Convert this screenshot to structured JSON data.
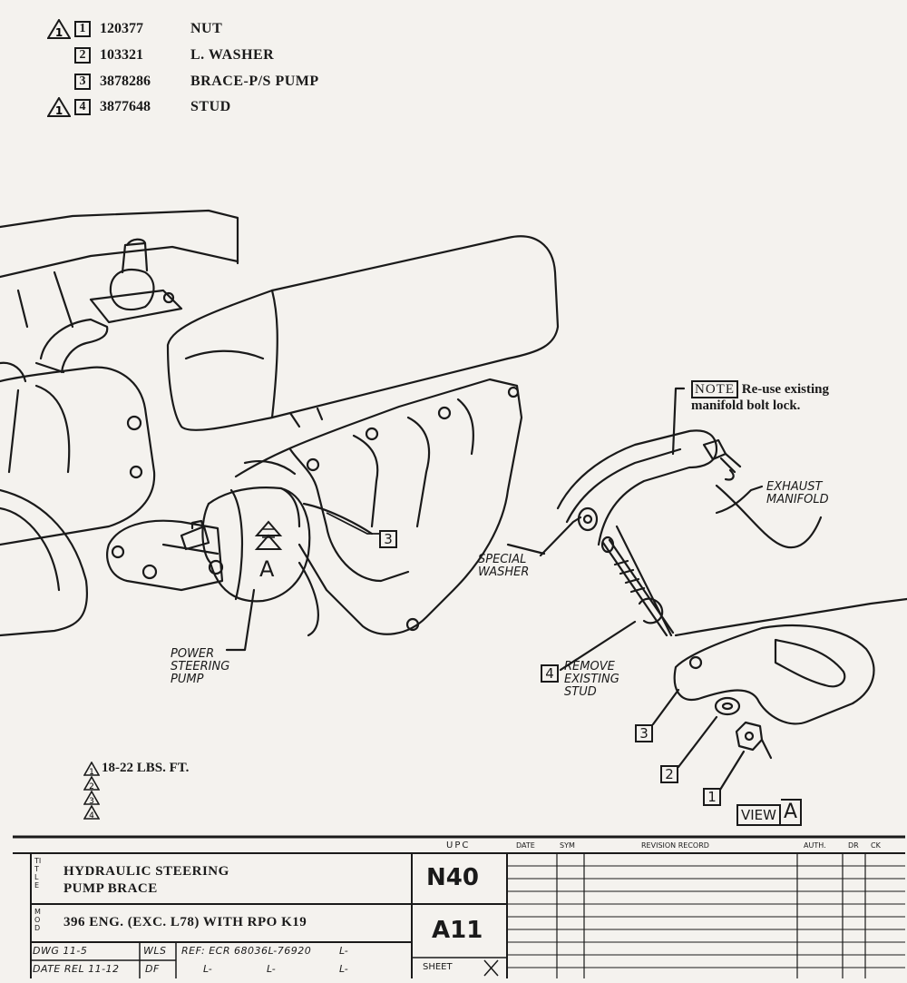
{
  "parts_list": [
    {
      "flag": "1",
      "num": "1",
      "part_no": "120377",
      "name": "NUT"
    },
    {
      "flag": "",
      "num": "2",
      "part_no": "103321",
      "name": "L. WASHER"
    },
    {
      "flag": "",
      "num": "3",
      "part_no": "3878286",
      "name": "BRACE-P/S PUMP"
    },
    {
      "flag": "1",
      "num": "4",
      "part_no": "3877648",
      "name": "STUD"
    }
  ],
  "note": {
    "tag": "NOTE",
    "line1": "Re-use existing",
    "line2": "manifold bolt lock."
  },
  "labels": {
    "exhaust_manifold": [
      "EXHAUST",
      "MANIFOLD"
    ],
    "special_washer": [
      "SPECIAL",
      "WASHER"
    ],
    "remove_stud": [
      "REMOVE",
      "EXISTING",
      "STUD"
    ],
    "power_steering": [
      "POWER",
      "STEERING",
      "PUMP"
    ],
    "view_letter": "A",
    "view_word": "VIEW",
    "view_box_letter": "A"
  },
  "callouts": {
    "c1": "1",
    "c2": "2",
    "c3a": "3",
    "c3b": "3",
    "c4": "4"
  },
  "torque": {
    "flag_1": "1",
    "value": "18-22 LBS. FT.",
    "flag_2": "2",
    "flag_3": "3",
    "flag_4": "4"
  },
  "title_block": {
    "side_title": "TITLE",
    "side_mod": "MOD",
    "title_line1": "HYDRAULIC STEERING",
    "title_line2": "PUMP BRACE",
    "mod_text": "396 ENG. (EXC. L78) WITH RPO K19",
    "upc_header": "UPC",
    "upc1": "N40",
    "upc2": "A11",
    "dwg_label": "DWG",
    "dwg_value": "11-5",
    "date_label": "DATE",
    "date_value": "REL 11-12",
    "init1": "WLS",
    "init2": "DF",
    "ref": "REF: ECR 68036L-76920",
    "l1": "L-",
    "l2": "L-",
    "l3": "L-",
    "l4": "L-",
    "sheet": "SHEET",
    "rev_headers": {
      "date": "DATE",
      "sym": "SYM",
      "record": "REVISION RECORD",
      "auth": "AUTH.",
      "dr": "DR",
      "ck": "CK"
    }
  }
}
